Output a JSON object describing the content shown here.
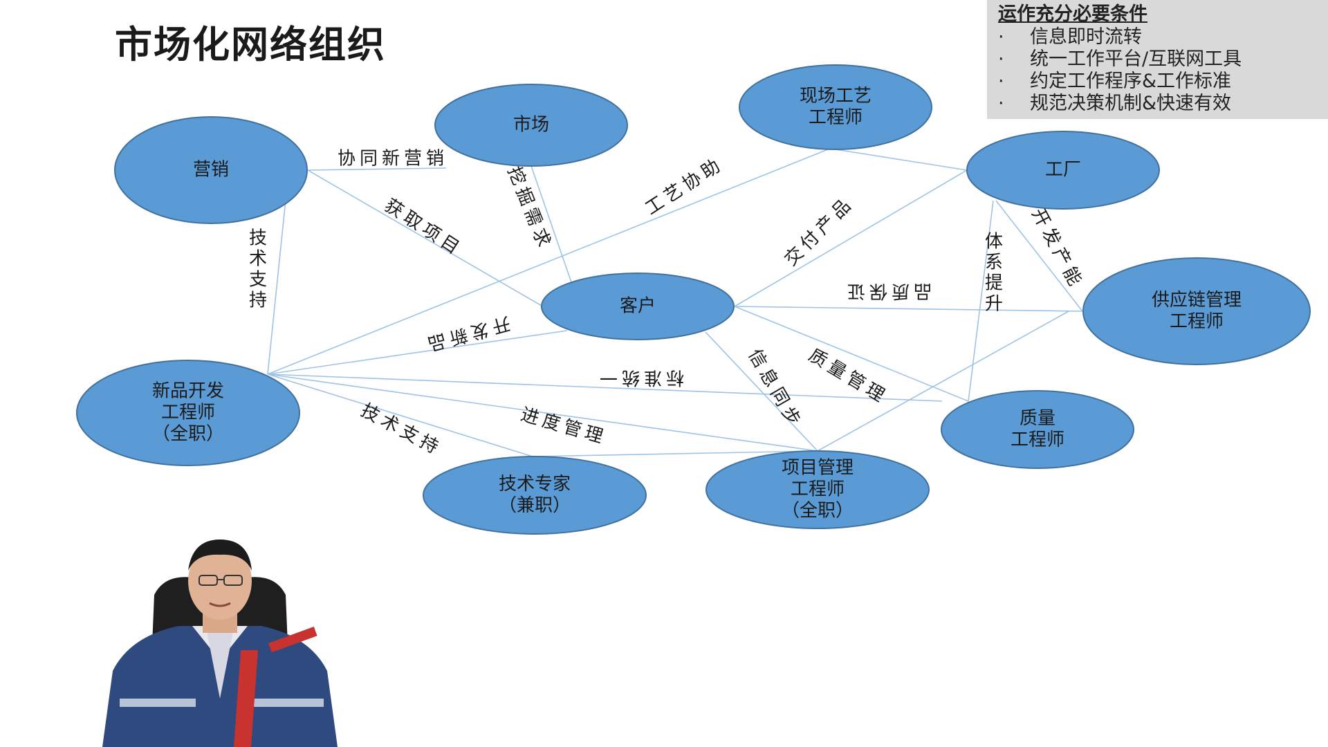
{
  "page": {
    "title": "市场化网络组织"
  },
  "conditions": {
    "heading": "运作充分必要条件",
    "bullet": "·",
    "items": [
      "信息即时流转",
      "统一工作平台/互联网工具",
      "约定工作程序&工作标准",
      "规范决策机制&快速有效"
    ]
  },
  "nodes": [
    {
      "id": "marketing",
      "lines": [
        "营销"
      ]
    },
    {
      "id": "market",
      "lines": [
        "市场"
      ]
    },
    {
      "id": "process_eng",
      "lines": [
        "现场工艺",
        "工程师"
      ]
    },
    {
      "id": "factory",
      "lines": [
        "工厂"
      ]
    },
    {
      "id": "customer",
      "lines": [
        "客户"
      ]
    },
    {
      "id": "supply_chain",
      "lines": [
        "供应链管理",
        "工程师"
      ]
    },
    {
      "id": "npd_eng",
      "lines": [
        "新品开发",
        "工程师",
        "（全职）"
      ]
    },
    {
      "id": "quality_eng",
      "lines": [
        "质量",
        "工程师"
      ]
    },
    {
      "id": "tech_expert",
      "lines": [
        "技术专家",
        "（兼职）"
      ]
    },
    {
      "id": "pm",
      "lines": [
        "项目管理",
        "工程师",
        "（全职）"
      ]
    }
  ],
  "edges": [
    {
      "from": "marketing",
      "to": "market",
      "label": "协同新营销"
    },
    {
      "from": "marketing",
      "to": "customer",
      "label": "获取项目"
    },
    {
      "from": "marketing",
      "to": "npd_eng",
      "label": "技术支持"
    },
    {
      "from": "market",
      "to": "customer",
      "label": "挖掘需求"
    },
    {
      "from": "process_eng",
      "to": "npd_eng",
      "label": "工艺协助"
    },
    {
      "from": "process_eng",
      "to": "factory",
      "label": ""
    },
    {
      "from": "factory",
      "to": "customer",
      "label": "交付产品"
    },
    {
      "from": "factory",
      "to": "supply_chain",
      "label": "开发产能"
    },
    {
      "from": "factory",
      "to": "quality_eng",
      "label": "体系提升"
    },
    {
      "from": "customer",
      "to": "supply_chain",
      "label": "品质保证"
    },
    {
      "from": "customer",
      "to": "quality_eng",
      "label": "质量管理"
    },
    {
      "from": "customer",
      "to": "pm",
      "label": "信息同步"
    },
    {
      "from": "customer",
      "to": "npd_eng",
      "label": "开发新品"
    },
    {
      "from": "npd_eng",
      "to": "quality_eng",
      "label": "标准统一"
    },
    {
      "from": "npd_eng",
      "to": "tech_expert",
      "label": "技术支持"
    },
    {
      "from": "npd_eng",
      "to": "pm",
      "label": "进度管理"
    },
    {
      "from": "tech_expert",
      "to": "pm",
      "label": ""
    },
    {
      "from": "pm",
      "to": "supply_chain",
      "label": ""
    }
  ],
  "colors": {
    "node_fill": "#5b9bd5",
    "node_stroke": "#41719c",
    "edge": "#9dc3e6"
  },
  "presenter": {
    "icon": "presenter-photo"
  }
}
